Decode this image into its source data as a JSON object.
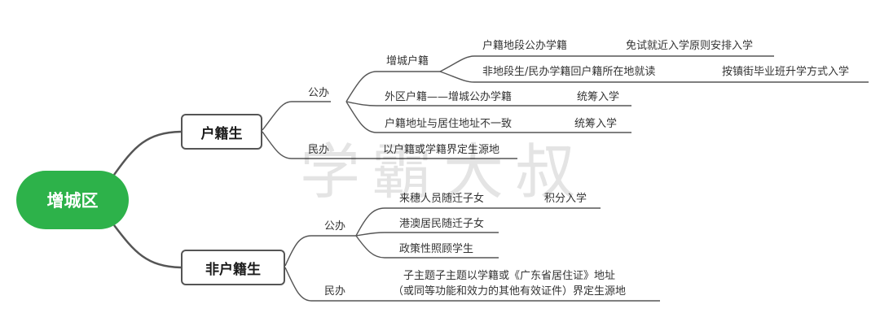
{
  "diagram": {
    "root": "增城区",
    "branches": {
      "huji": {
        "title": "户籍生",
        "gongban": {
          "label": "公办",
          "zengcheng": {
            "label": "增城户籍",
            "item1": {
              "label": "户籍地段公办学籍",
              "note": "免试就近入学原则安排入学"
            },
            "item2": {
              "label": "非地段生/民办学籍回户籍所在地就读",
              "note": "按镇街毕业班升学方式入学"
            }
          },
          "waiqu": {
            "label": "外区户籍——增城公办学籍",
            "note": "统筹入学"
          },
          "buyizhi": {
            "label": "户籍地址与居住地址不一致",
            "note": "统筹入学"
          }
        },
        "minban": {
          "label": "民办",
          "item": "以户籍或学籍界定生源地"
        }
      },
      "feihuji": {
        "title": "非户籍生",
        "gongban": {
          "label": "公办",
          "laisui": {
            "label": "来穗人员随迁子女",
            "note": "积分入学"
          },
          "gangao": {
            "label": "港澳居民随迁子女"
          },
          "zhengce": {
            "label": "政策性照顾学生"
          }
        },
        "minban": {
          "label": "民办",
          "line1": "子主题子主题以学籍或《广东省居住证》地址",
          "line2": "（或同等功能和效力的其他有效证件）界定生源地"
        }
      }
    },
    "watermark": "学霸大叔"
  },
  "colors": {
    "root_fill": "#2db24a",
    "line": "#555555",
    "text": "#333333"
  }
}
